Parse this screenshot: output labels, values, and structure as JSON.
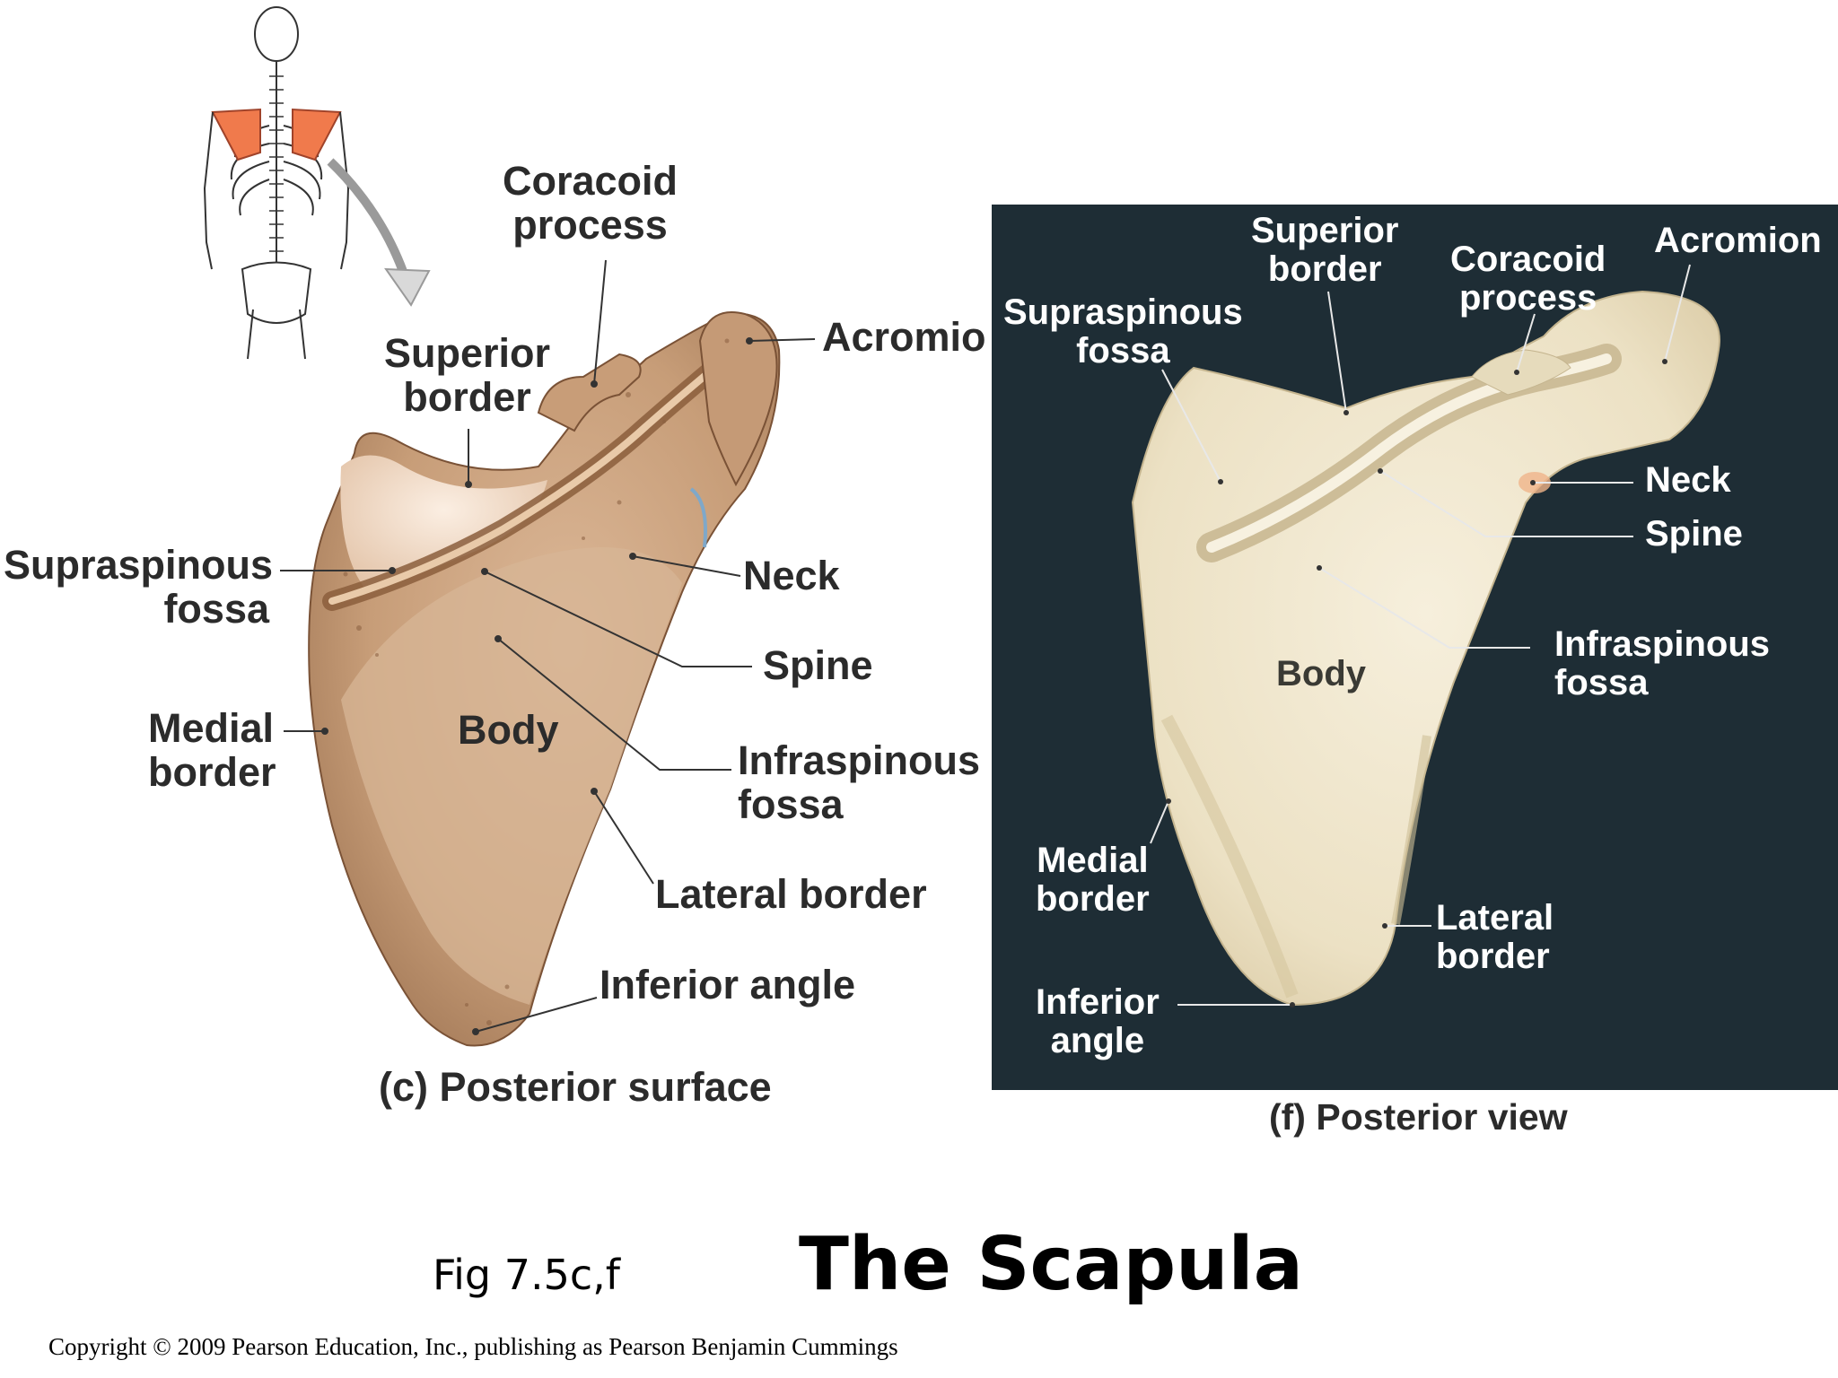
{
  "slide": {
    "title": "The Scapula",
    "figure_ref": "Fig 7.5c,f",
    "copyright": "Copyright © 2009 Pearson Education, Inc., publishing as Pearson Benjamin Cummings"
  },
  "panel_c": {
    "caption": "(c) Posterior surface",
    "labels": {
      "coracoid_process": "Coracoid\nprocess",
      "acromion": "Acromio",
      "superior_border": "Superior\nborder",
      "supraspinous_fossa": "Supraspinous\nfossa",
      "neck": "Neck",
      "spine": "Spine",
      "medial_border": "Medial\nborder",
      "body": "Body",
      "infraspinous_fossa": "Infraspinous\nfossa",
      "lateral_border": "Lateral border",
      "inferior_angle": "Inferior angle"
    }
  },
  "panel_f": {
    "caption": "(f) Posterior view",
    "labels": {
      "superior_border": "Superior\nborder",
      "coracoid_process": "Coracoid\nprocess",
      "acromion": "Acromion",
      "supraspinous_fossa": "Supraspinous\nfossa",
      "neck": "Neck",
      "spine": "Spine",
      "infraspinous_fossa": "Infraspinous\nfossa",
      "body": "Body",
      "medial_border": "Medial\nborder",
      "lateral_border": "Lateral\nborder",
      "inferior_angle": "Inferior\nangle"
    }
  },
  "colors": {
    "bone_drawing": "#c9a07c",
    "bone_photo": "#efe6cc",
    "photo_background": "#1e2d35",
    "highlight_scapula": "#f07a4c"
  }
}
